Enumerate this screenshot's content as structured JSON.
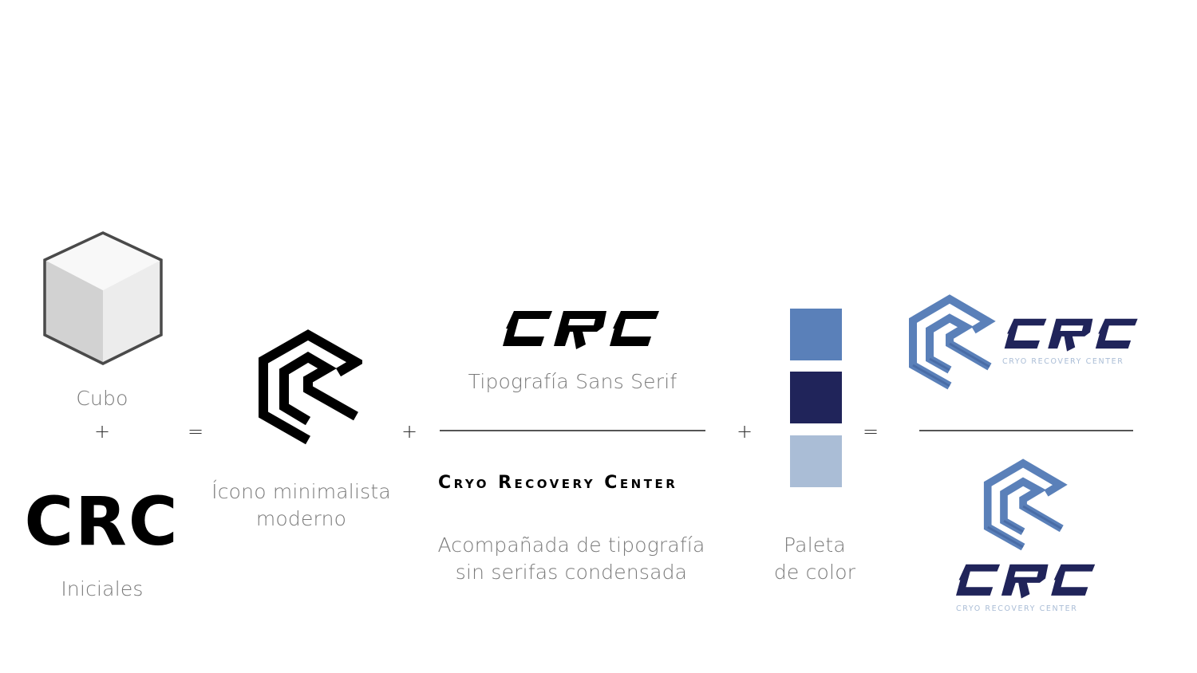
{
  "colors": {
    "primary_blue": "#5a80b9",
    "navy": "#20245a",
    "light_blue": "#aabdd6",
    "label_gray": "#7a7a7a",
    "black": "#000000"
  },
  "step1": {
    "cube_label": "Cubo",
    "operator_plus": "+",
    "initials": "CRC",
    "initials_label": "Iniciales"
  },
  "operators": {
    "equals_1": "=",
    "plus_1": "+",
    "plus_2": "+",
    "equals_2": "="
  },
  "step2": {
    "icon_label_line1": "Ícono minimalista",
    "icon_label_line2": "moderno"
  },
  "step3": {
    "wordmark": "CRC",
    "wordmark_label": "Tipografía Sans Serif",
    "tagline": "Cryo Recovery Center",
    "tagline_label_line1": "Acompañada de tipografía",
    "tagline_label_line2": "sin serifas condensada"
  },
  "step4": {
    "swatches": [
      "#5a80b9",
      "#20245a",
      "#aabdd6"
    ],
    "label_line1": "Paleta",
    "label_line2": "de color"
  },
  "result": {
    "horizontal": {
      "wordmark": "CRC",
      "tagline": "CRYO RECOVERY CENTER"
    },
    "vertical": {
      "wordmark": "CRC",
      "tagline": "CRYO RECOVERY CENTER"
    }
  }
}
